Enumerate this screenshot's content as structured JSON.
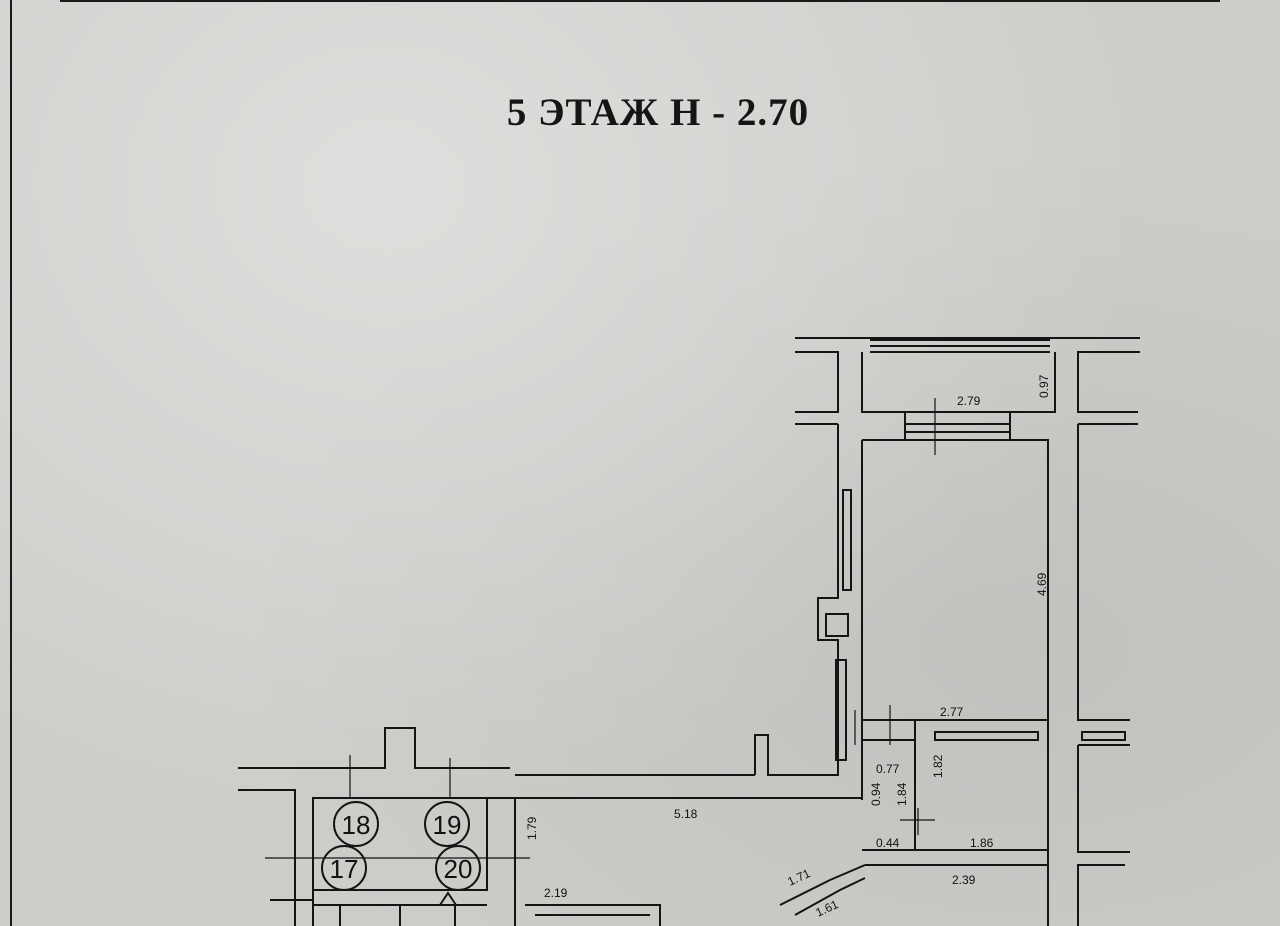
{
  "title": "5 ЭТАЖ Н - 2.70",
  "dimensions": {
    "d279": "2.79",
    "d097": "0.97",
    "d469": "4.69",
    "d277": "2.77",
    "d077": "0.77",
    "d182": "1.82",
    "d094": "0.94",
    "d184": "1.84",
    "d518": "5.18",
    "d179": "1.79",
    "d044": "0.44",
    "d186": "1.86",
    "d239": "2.39",
    "d171": "1.71",
    "d161": "1.61",
    "d219": "2.19"
  },
  "room_numbers": [
    "18",
    "19",
    "17",
    "20"
  ]
}
